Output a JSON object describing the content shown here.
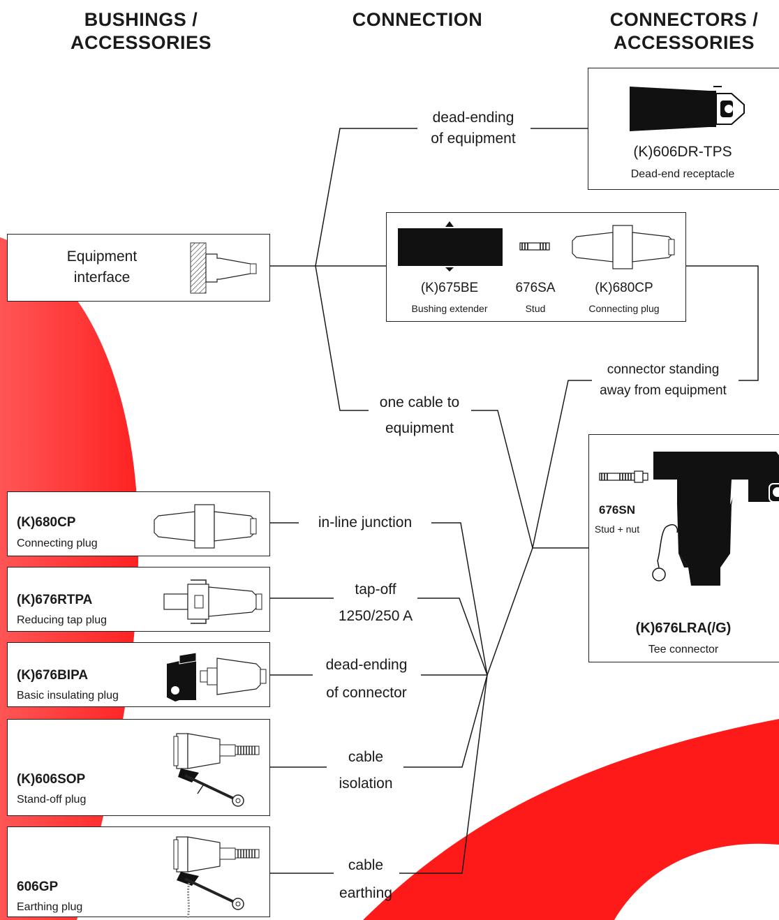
{
  "headers": {
    "left": [
      "BUSHINGS /",
      "ACCESSORIES"
    ],
    "center": "CONNECTION",
    "right": [
      "CONNECTORS /",
      "ACCESSORIES"
    ]
  },
  "equipment_interface": [
    "Equipment",
    "interface"
  ],
  "dead_end_receptacle": {
    "code": "(K)606DR-TPS",
    "desc": "Dead-end receptacle"
  },
  "extender_group": {
    "items": [
      {
        "code": "(K)675BE",
        "desc": "Bushing extender"
      },
      {
        "code": "676SA",
        "desc": "Stud"
      },
      {
        "code": "(K)680CP",
        "desc": "Connecting plug"
      }
    ]
  },
  "tee_group": {
    "stud": {
      "code": "676SN",
      "desc": "Stud + nut"
    },
    "tee": {
      "code": "(K)676LRA(/G)",
      "desc": "Tee connector"
    }
  },
  "connections": {
    "dead_ending_equipment": [
      "dead-ending",
      "of equipment"
    ],
    "connector_standing_away": [
      "connector standing",
      "away from equipment"
    ],
    "one_cable": [
      "one cable to",
      "equipment"
    ],
    "inline_junction": "in-line junction",
    "tap_off": [
      "tap-off",
      "1250/250 A"
    ],
    "dead_ending_connector": [
      "dead-ending",
      "of connector"
    ],
    "cable_isolation": [
      "cable",
      "isolation"
    ],
    "cable_earthing": [
      "cable",
      "earthing"
    ]
  },
  "left_items": [
    {
      "code": "(K)680CP",
      "desc": "Connecting plug"
    },
    {
      "code": "(K)676RTPA",
      "desc": "Reducing tap plug"
    },
    {
      "code": "(K)676BIPA",
      "desc": "Basic insulating plug"
    },
    {
      "code": "(K)606SOP",
      "desc": "Stand-off plug"
    },
    {
      "code": "606GP",
      "desc": "Earthing plug"
    }
  ],
  "colors": {
    "accent_red": "#ff1a1a",
    "accent_red_light": "#ff5a5a",
    "line": "#1a1a1a"
  }
}
